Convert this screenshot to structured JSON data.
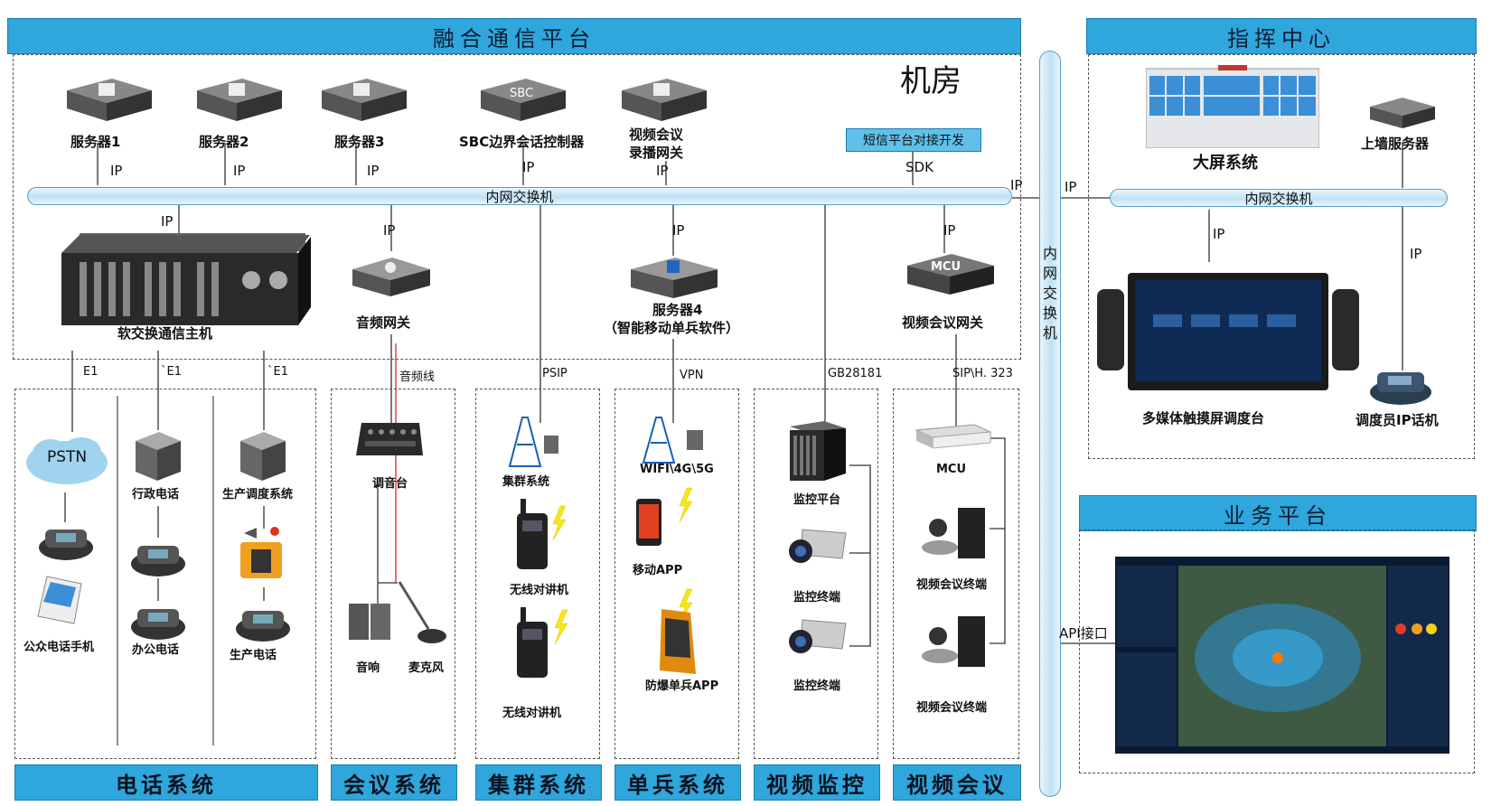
{
  "headers": {
    "fusion_platform": "融合通信平台",
    "command_center": "指挥中心",
    "business_platform": "业务平台"
  },
  "machine_room": "机房",
  "devices": {
    "server1": "服务器1",
    "server2": "服务器2",
    "server3": "服务器3",
    "sbc_badge": "SBC",
    "sbc": "SBC边界会话控制器",
    "video_gateway_line1": "视频会议",
    "video_gateway_line2": "录播网关",
    "sms_dev": "短信平台对接开发",
    "switch_label": "内网交换机",
    "softswitch": "软交换通信主机",
    "audio_gateway": "音频网关",
    "server4_line1": "服务器4",
    "server4_line2": "（智能移动单兵软件）",
    "mcu_badge": "MCU",
    "video_conf_gateway": "视频会议网关",
    "big_screen": "大屏系统",
    "wall_server": "上墙服务器",
    "right_switch": "内网交换机",
    "touch_console": "多媒体触摸屏调度台",
    "dispatcher_phone": "调度员IP话机",
    "vertical_switch": "内网交换机",
    "api": "API接口"
  },
  "connections": {
    "ip": "IP",
    "sdk": "SDK",
    "e1": "E1",
    "e1b": "`E1",
    "e1c": "`E1",
    "audio_line": "音频线",
    "psip": "PSIP",
    "vpn": "VPN",
    "gb": "GB28181",
    "sip": "SIP\\H. 323"
  },
  "phone_system": {
    "pstn": "PSTN",
    "public_phone": "公众电话手机",
    "admin_phone": "行政电话",
    "office_phone": "办公电话",
    "prod_dispatch": "生产调度系统",
    "prod_phone": "生产电话",
    "footer": "电话系统"
  },
  "meeting_system": {
    "mixer": "调音台",
    "speaker": "音响",
    "mic": "麦克风",
    "footer": "会议系统"
  },
  "trunk_system": {
    "cluster": "集群系统",
    "radio1": "无线对讲机",
    "radio2": "无线对讲机",
    "footer": "集群系统"
  },
  "soldier_system": {
    "wifi": "WIFI\\4G\\5G",
    "mobile_app": "移动APP",
    "ex_app": "防爆单兵APP",
    "footer": "单兵系统"
  },
  "video_monitor": {
    "platform": "监控平台",
    "terminal1": "监控终端",
    "terminal2": "监控终端",
    "footer": "视频监控"
  },
  "video_conf": {
    "mcu": "MCU",
    "terminal1": "视频会议终端",
    "terminal2": "视频会议终端",
    "footer": "视频会议"
  },
  "colors": {
    "header_blue": "#2fa6dc",
    "pipe_blue": "#bfe1f3",
    "red_line": "#e02020"
  }
}
